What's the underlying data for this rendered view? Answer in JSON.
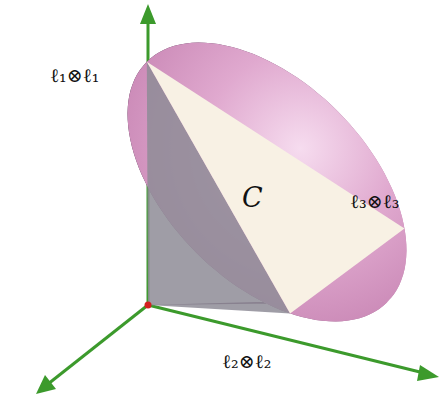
{
  "diagram": {
    "labels": [
      "ℓ₁⊗ℓ₁",
      "C",
      "ℓ₃⊗ℓ₃",
      "ℓ₂⊗ℓ₂"
    ]
  }
}
